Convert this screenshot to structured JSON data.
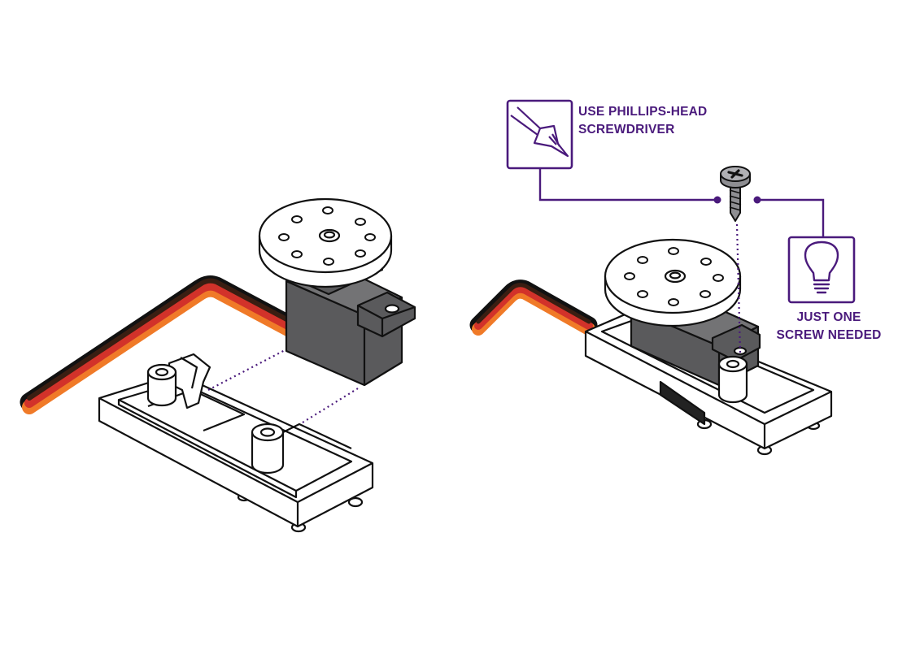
{
  "callouts": {
    "tool": {
      "line1": "USE PHILLIPS-HEAD",
      "line2": "SCREWDRIVER",
      "icon": "screwdriver-icon"
    },
    "tip": {
      "line1": "JUST ONE",
      "line2": "SCREW NEEDED",
      "icon": "lightbulb-icon"
    }
  },
  "colors": {
    "accent": "#4a1a7c",
    "outline": "#111111",
    "servo_body": "#5a5a5c",
    "servo_top": "#737375",
    "wire_brown": "#3a1e12",
    "wire_red": "#d2322a",
    "wire_orange": "#f07a28",
    "screw": "#8e8e92"
  }
}
